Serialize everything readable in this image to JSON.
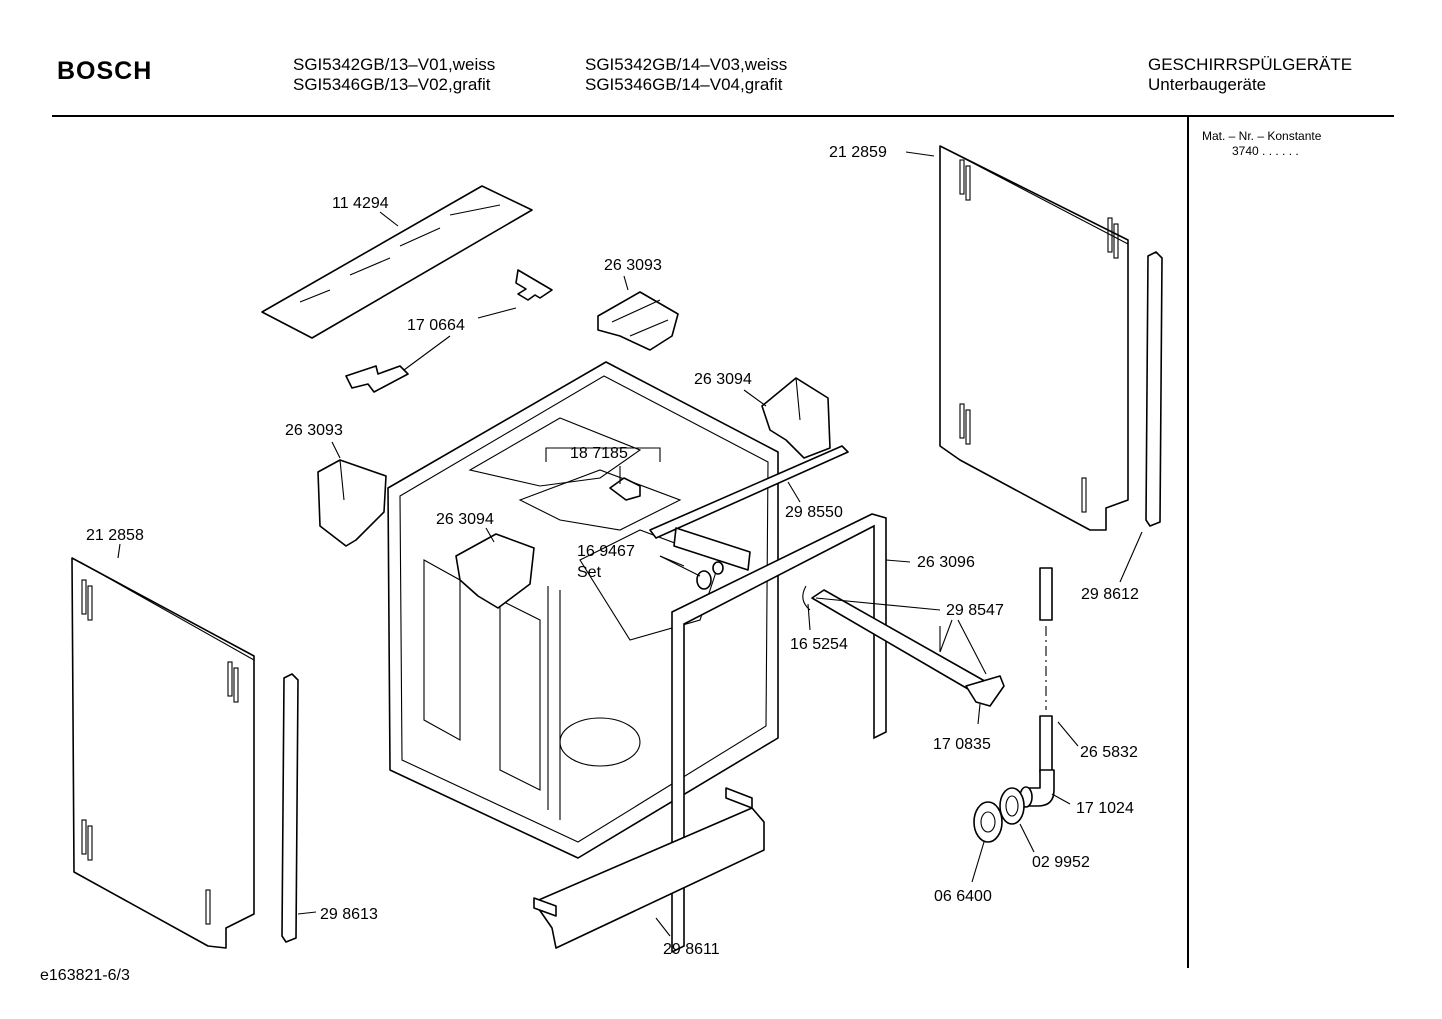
{
  "header": {
    "brand": "BOSCH",
    "model_col1_line1": "SGI5342GB/13–V01,weiss",
    "model_col1_line2": "SGI5346GB/13–V02,grafit",
    "model_col2_line1": "SGI5342GB/14–V03,weiss",
    "model_col2_line2": "SGI5346GB/14–V04,grafit",
    "category_line1": "GESCHIRRSPÜLGERÄTE",
    "category_line2": "Unterbaugeräte"
  },
  "side_panel": {
    "mat_label": "Mat. – Nr. – Konstante",
    "mat_value": "3740  .  .    .  .  .  ."
  },
  "footer": {
    "drawing_id": "e163821-6/3"
  },
  "parts": {
    "p212859": "21 2859",
    "p114294": "11 4294",
    "p263093_top": "26 3093",
    "p170664": "17 0664",
    "p263094_top": "26 3094",
    "p263093_left": "26 3093",
    "p187185": "18 7185",
    "p263094_mid": "26 3094",
    "p298550": "29 8550",
    "p212858": "21 2858",
    "p169467": "16 9467",
    "set_label": "Set",
    "p263096": "26 3096",
    "p298547": "29 8547",
    "p298612": "29 8612",
    "p165254": "16 5254",
    "p170835": "17 0835",
    "p265832": "26 5832",
    "p171024": "17 1024",
    "p029952": "02 9952",
    "p066400": "06 6400",
    "p298613": "29 8613",
    "p298611": "29 8611"
  }
}
